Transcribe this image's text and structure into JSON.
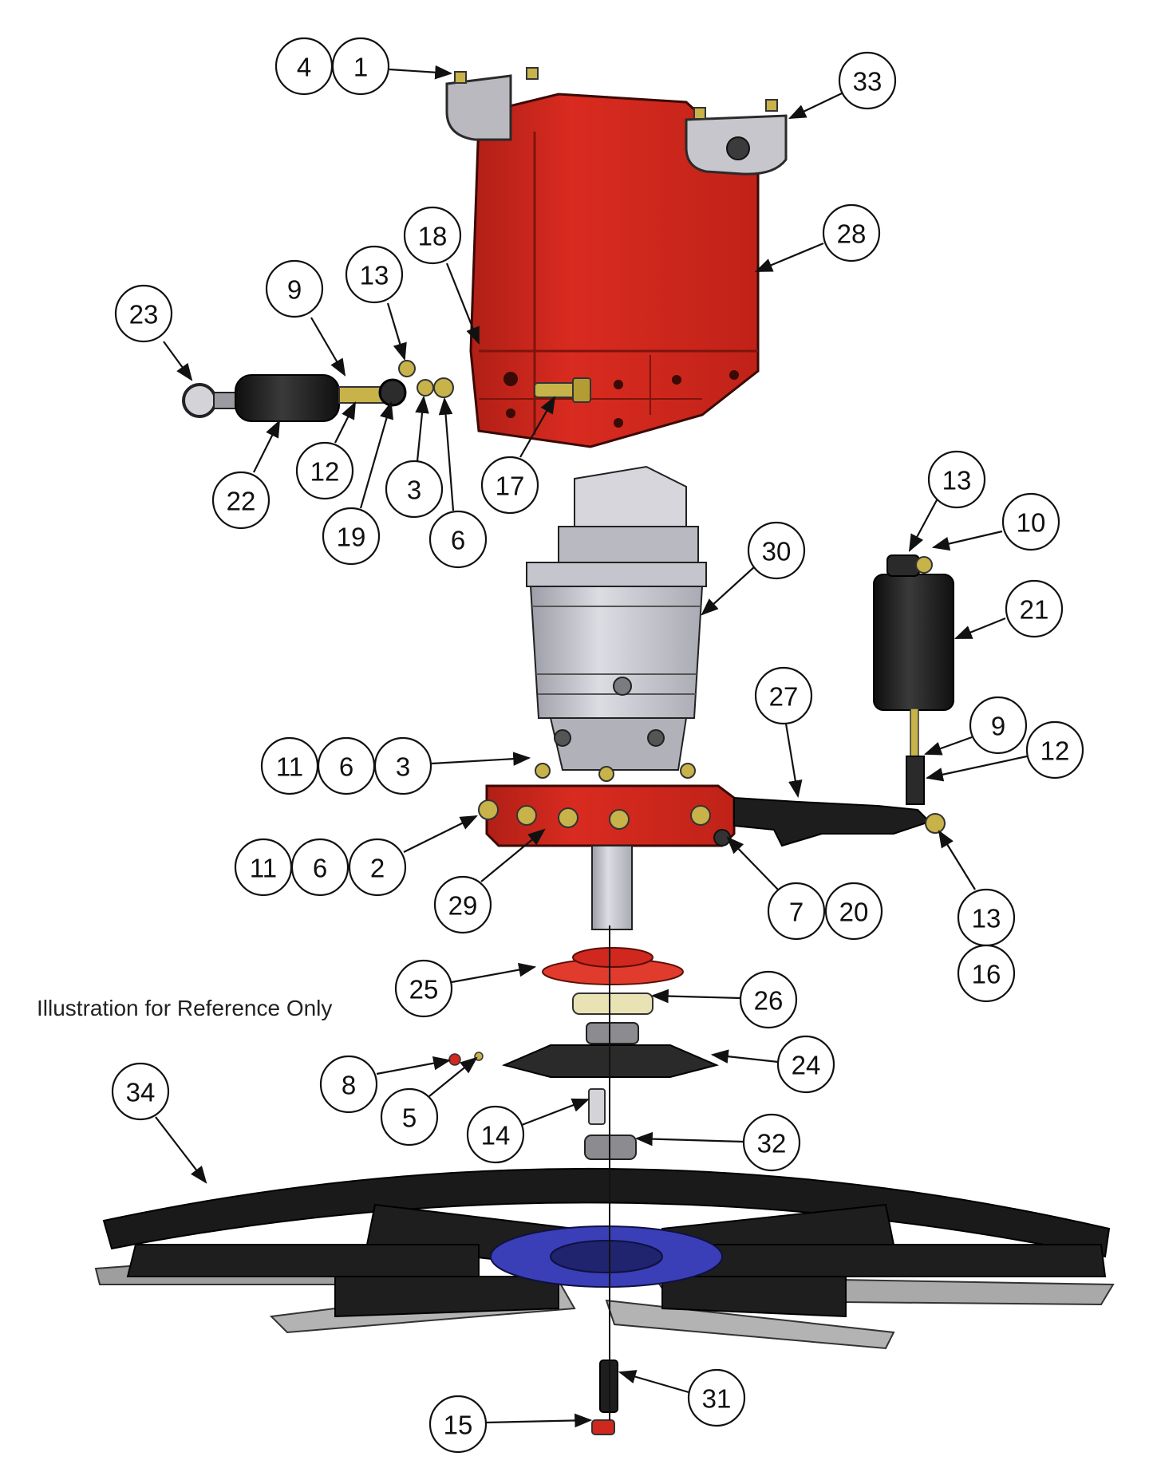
{
  "note": "Illustration for Reference Only",
  "colors": {
    "housing_red": "#d0281e",
    "housing_red_dark": "#9e1a12",
    "gearbox_grey": "#c9cad2",
    "black_part": "#1c1c1c",
    "brass": "#c8b24a",
    "blue_hub": "#3a3fb8",
    "plate_grey": "#b9b9b9"
  },
  "callouts": [
    {
      "id": "c1",
      "label": "1"
    },
    {
      "id": "c4",
      "label": "4"
    },
    {
      "id": "c33",
      "label": "33"
    },
    {
      "id": "c28",
      "label": "28"
    },
    {
      "id": "c18",
      "label": "18"
    },
    {
      "id": "c13a",
      "label": "13"
    },
    {
      "id": "c9a",
      "label": "9"
    },
    {
      "id": "c23",
      "label": "23"
    },
    {
      "id": "c22",
      "label": "22"
    },
    {
      "id": "c12a",
      "label": "12"
    },
    {
      "id": "c19",
      "label": "19"
    },
    {
      "id": "c3a",
      "label": "3"
    },
    {
      "id": "c6a",
      "label": "6"
    },
    {
      "id": "c17",
      "label": "17"
    },
    {
      "id": "c13b",
      "label": "13"
    },
    {
      "id": "c10",
      "label": "10"
    },
    {
      "id": "c30",
      "label": "30"
    },
    {
      "id": "c21",
      "label": "21"
    },
    {
      "id": "c27",
      "label": "27"
    },
    {
      "id": "c9b",
      "label": "9"
    },
    {
      "id": "c12b",
      "label": "12"
    },
    {
      "id": "c11a",
      "label": "11"
    },
    {
      "id": "c6b",
      "label": "6"
    },
    {
      "id": "c3b",
      "label": "3"
    },
    {
      "id": "c11b",
      "label": "11"
    },
    {
      "id": "c6c",
      "label": "6"
    },
    {
      "id": "c2",
      "label": "2"
    },
    {
      "id": "c29",
      "label": "29"
    },
    {
      "id": "c7",
      "label": "7"
    },
    {
      "id": "c20",
      "label": "20"
    },
    {
      "id": "c13c",
      "label": "13"
    },
    {
      "id": "c16",
      "label": "16"
    },
    {
      "id": "c25",
      "label": "25"
    },
    {
      "id": "c26",
      "label": "26"
    },
    {
      "id": "c24",
      "label": "24"
    },
    {
      "id": "c8",
      "label": "8"
    },
    {
      "id": "c5",
      "label": "5"
    },
    {
      "id": "c34",
      "label": "34"
    },
    {
      "id": "c14",
      "label": "14"
    },
    {
      "id": "c32",
      "label": "32"
    },
    {
      "id": "c31",
      "label": "31"
    },
    {
      "id": "c15",
      "label": "15"
    }
  ]
}
